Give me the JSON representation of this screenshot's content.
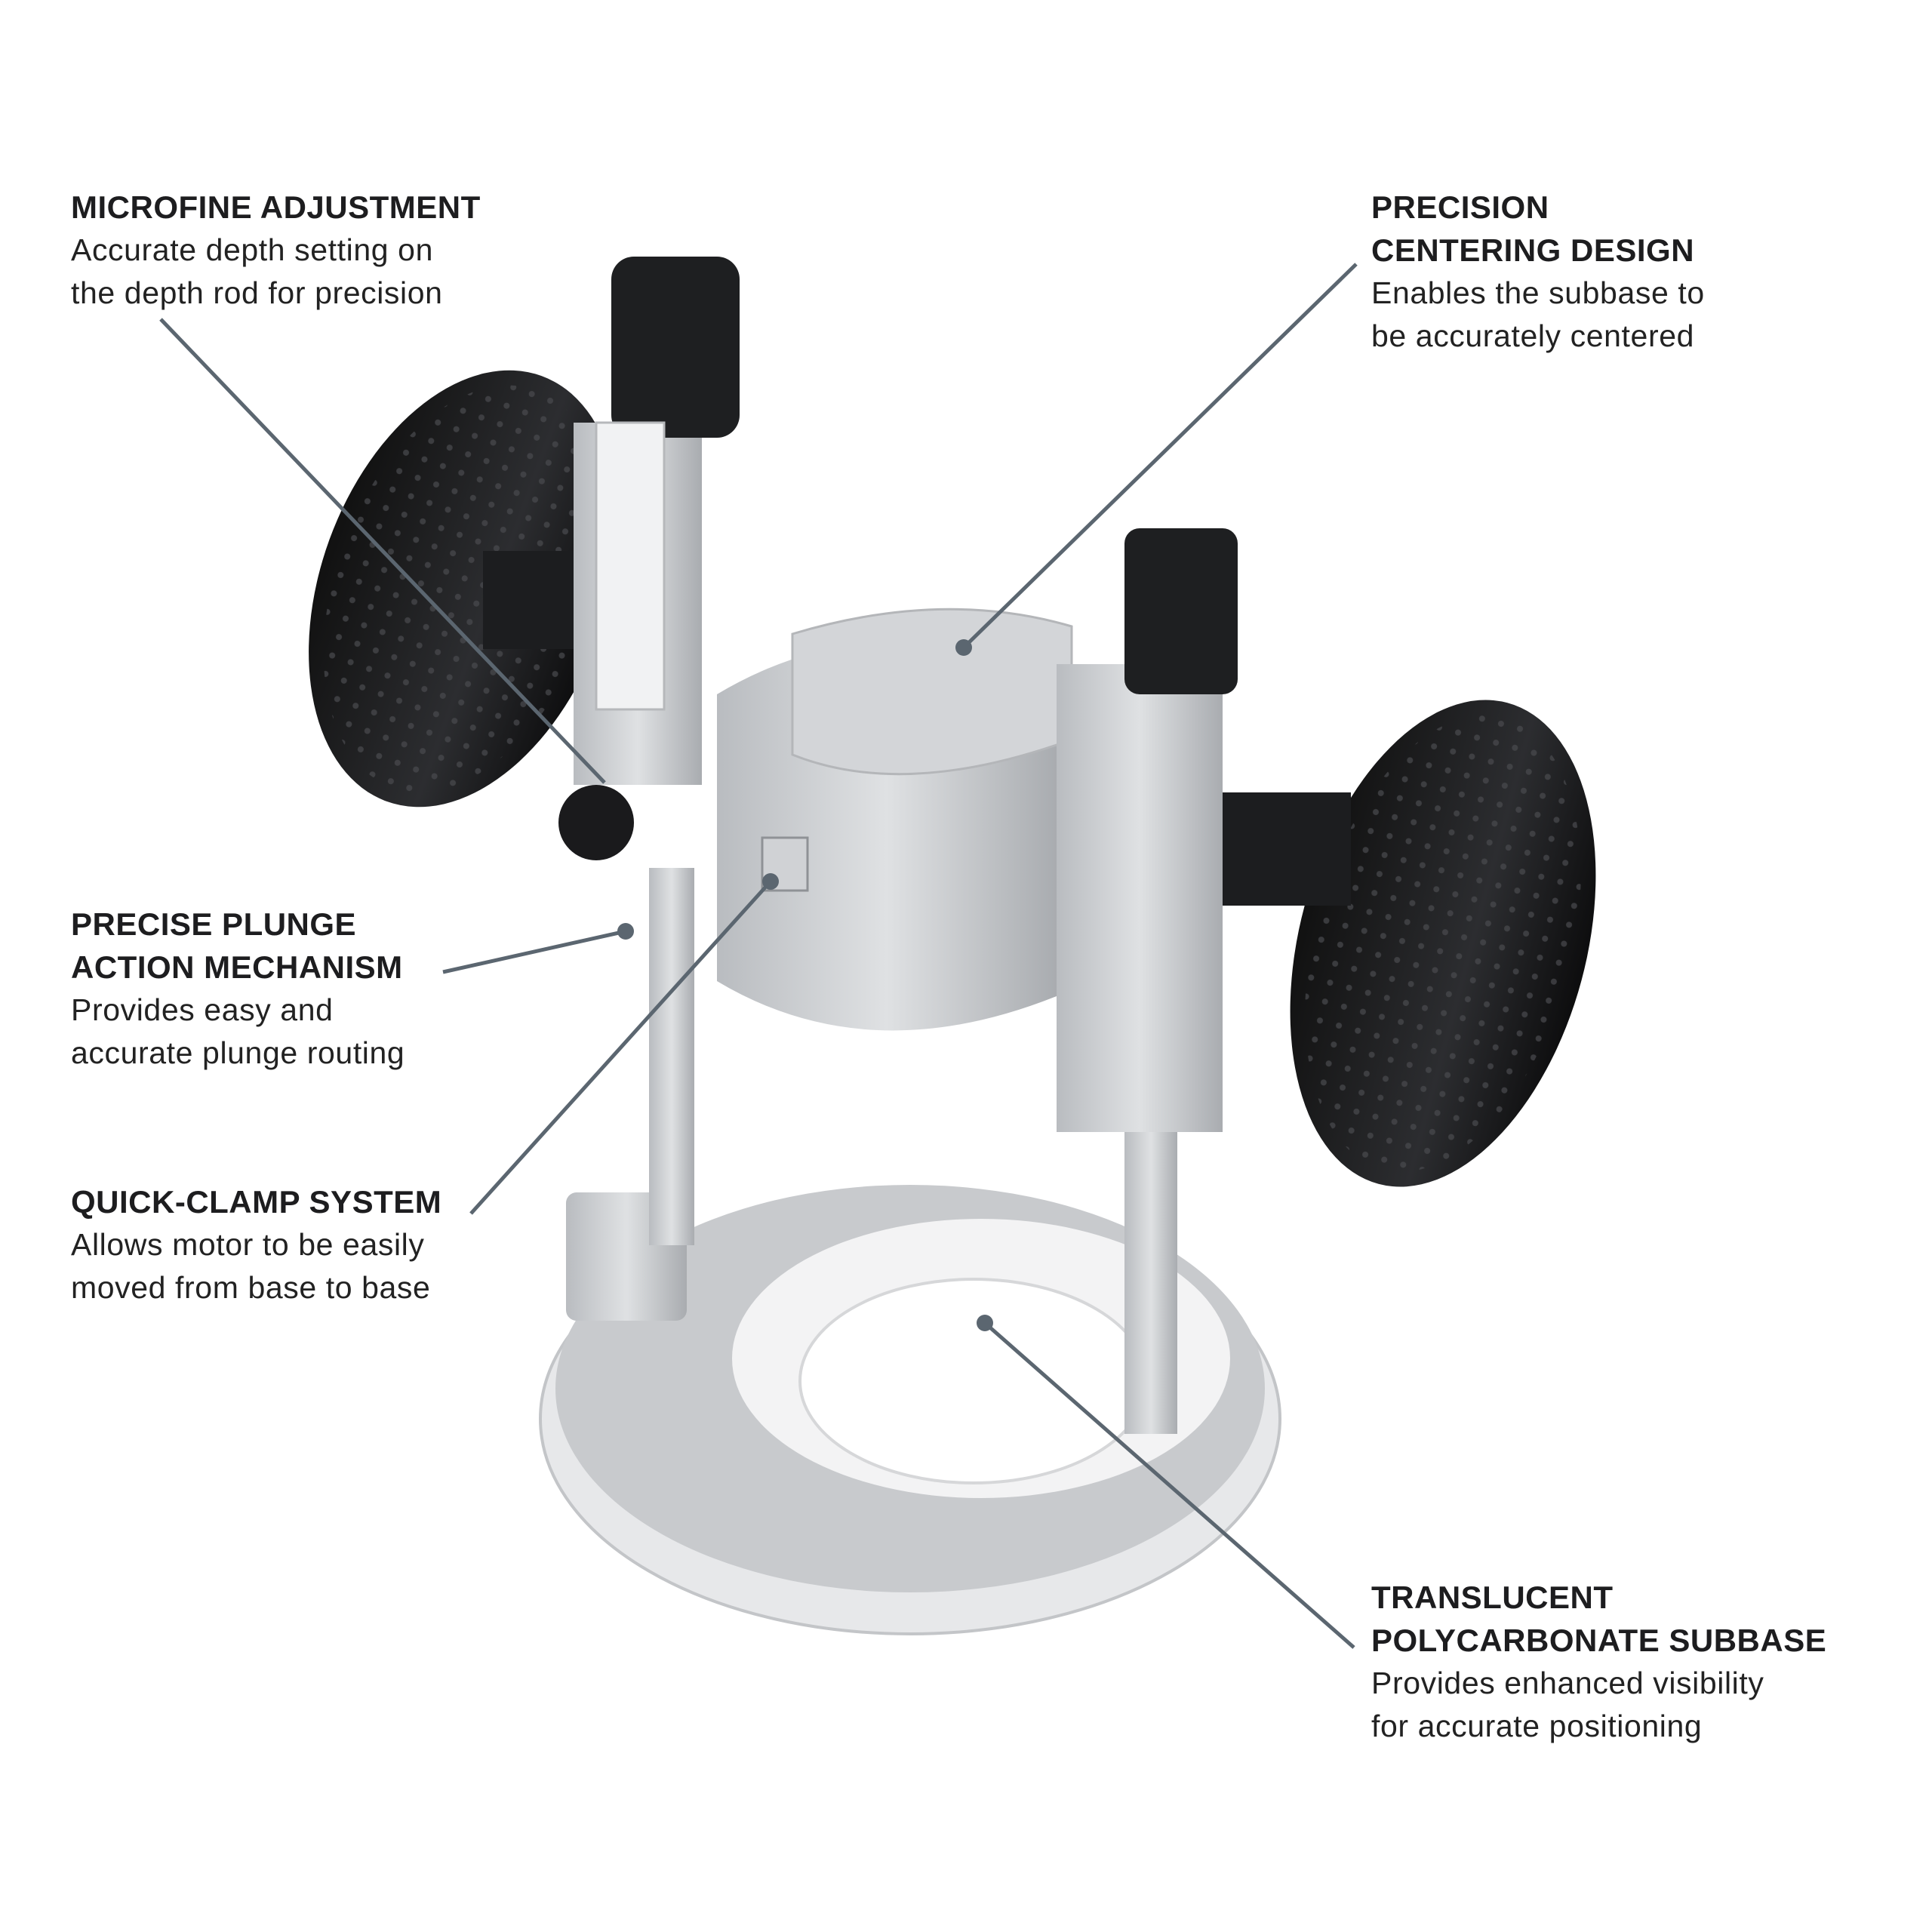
{
  "callouts": [
    {
      "title": [
        "MICROFINE ADJUSTMENT"
      ],
      "desc": [
        "Accurate depth setting on",
        "the depth rod for precision"
      ]
    },
    {
      "title": [
        "PRECISION",
        "CENTERING DESIGN"
      ],
      "desc": [
        "Enables the subbase to",
        "be accurately centered"
      ]
    },
    {
      "title": [
        "PRECISE PLUNGE",
        "ACTION MECHANISM"
      ],
      "desc": [
        "Provides easy and",
        "accurate plunge routing"
      ]
    },
    {
      "title": [
        "QUICK-CLAMP SYSTEM"
      ],
      "desc": [
        "Allows motor to be easily",
        "moved from base to base"
      ]
    },
    {
      "title": [
        "TRANSLUCENT",
        "POLYCARBONATE SUBBASE"
      ],
      "desc": [
        "Provides enhanced visibility",
        "for accurate positioning"
      ]
    }
  ],
  "colors": {
    "text": "#1d1d1f",
    "leader_line": "#5b6670",
    "handle": "#1e1f21",
    "metal": "#c9cbce"
  }
}
